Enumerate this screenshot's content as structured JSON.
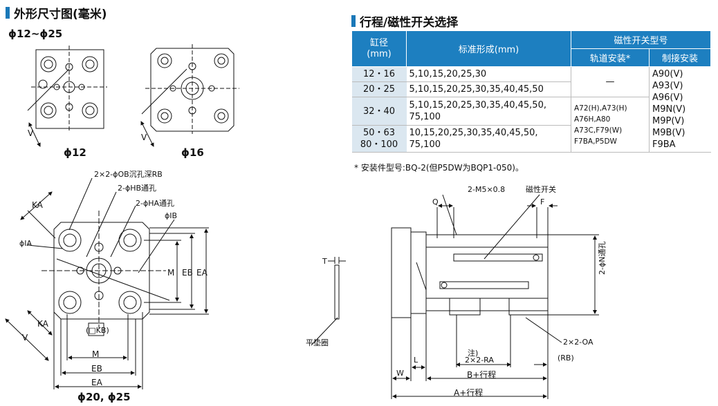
{
  "left_title": "外形尺寸图(毫米)",
  "right_title": "行程/磁性开关选择",
  "small_views": {
    "size_range": "ϕ12~ϕ25",
    "caption_12": "ϕ12",
    "caption_16": "ϕ16",
    "dim_v": "V"
  },
  "large_view": {
    "caption": "ϕ20, ϕ25",
    "labels": {
      "counterbore": "2×2-ϕOB沉孔深RB",
      "hb": "2-ϕHB通孔",
      "ha": "2-ϕHA通孔",
      "ib": "ϕIB",
      "ka_top": "KA",
      "ia": "ϕIA",
      "m_v": "M",
      "eb_v": "EB",
      "ea_v": "EA",
      "ka_bottom": "KA",
      "v": "V",
      "kb": "(□KB)",
      "m_h": "M",
      "eb_h": "EB",
      "ea_h": "EA"
    }
  },
  "table": {
    "col_bore": "缸径\n(mm)",
    "col_bore_1": "缸径",
    "col_bore_2": "(mm)",
    "col_stroke": "标准形成(mm)",
    "col_switch": "磁性开关型号",
    "col_rail": "轨道安装*",
    "col_direct": "制接安装",
    "rows": [
      {
        "bore": "12・16",
        "stroke": "5,10,15,20,25,30"
      },
      {
        "bore": "20・25",
        "stroke": "5,10,15,20,25,30,35,40,45,50"
      },
      {
        "bore": "32・40",
        "stroke_1": "5,10,15,20,25,30,35,40,45,50,",
        "stroke_2": "75,100"
      },
      {
        "bore_1": "50・63",
        "bore_2": "80・100",
        "stroke_1": "10,15,20,25,30,35,40,45,50,",
        "stroke_2": "75,100"
      }
    ],
    "rail_dash": "—",
    "rail_models": [
      "A72(H),A73(H)",
      "A76H,A80",
      "A73C,F79(W)",
      "F7BA,P5DW"
    ],
    "direct_models": [
      "A90(V)",
      "A93(V)",
      "A96(V)",
      "M9N(V)",
      "M9P(V)",
      "M9B(V)",
      "F9BA"
    ]
  },
  "note": "* 安装件型号:BQ-2(但P5DW为BQP1-050)。",
  "side_view": {
    "m5": "2-M5×0.8",
    "switch": "磁性开关",
    "q": "Q",
    "f": "F",
    "t": "T",
    "n_hole": "2-ϕN通孔",
    "washer": "平垫圈",
    "oa": "2×2-OA",
    "note_label": "注)",
    "ra": "2×2-RA",
    "rb": "(RB)",
    "l": "L",
    "w": "W",
    "b_stroke": "B+行程",
    "a_stroke": "A+行程"
  }
}
